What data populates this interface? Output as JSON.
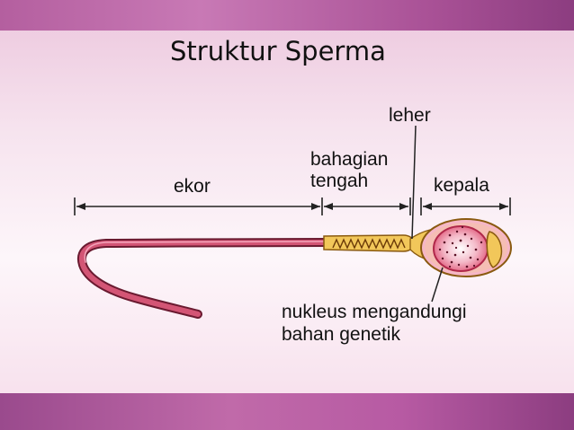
{
  "title": "Struktur Sperma",
  "labels": {
    "leher": "leher",
    "bahagian_line1": "bahagian",
    "bahagian_line2": "tengah",
    "ekor": "ekor",
    "kepala": "kepala",
    "nukleus_line1": "nukleus mengandungi",
    "nukleus_line2": "bahan genetik"
  },
  "colors": {
    "title_band": "#b45f9f",
    "bottom_band": "#a9559a",
    "tail": "#b83a5a",
    "midpiece": "#f2c75a",
    "head_outer": "#f0a2b8",
    "nucleus": "#e05a7a"
  }
}
